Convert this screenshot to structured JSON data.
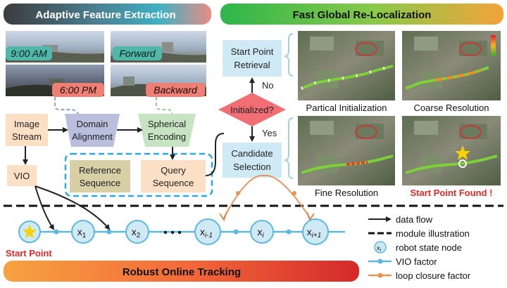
{
  "headers": {
    "left": "Adaptive Feature Extraction",
    "right": "Fast Global Re-Localization",
    "bottom": "Robust Online Tracking"
  },
  "photos": {
    "time_top": "9:00 AM",
    "time_bottom": "6:00 PM",
    "dir_top": "Forward",
    "dir_bottom": "Backward"
  },
  "nodes": {
    "image_stream": [
      "Image",
      "Stream"
    ],
    "vio": "VIO",
    "domain_alignment": [
      "Domain",
      "Alignment"
    ],
    "spherical_encoding": [
      "Spherical",
      "Encoding"
    ],
    "reference_sequence": [
      "Reference",
      "Sequence"
    ],
    "query_sequence": [
      "Query",
      "Sequence"
    ],
    "start_point_retrieval": [
      "Start Point",
      "Retrieval"
    ],
    "initialized": "Initialized?",
    "no": "No",
    "yes": "Yes",
    "candidate_selection": [
      "Candidate",
      "Selection"
    ]
  },
  "maps": {
    "captions": [
      "Partical Initialization",
      "Coarse Resolution",
      "Fine Resolution",
      "Start Point Found !"
    ]
  },
  "tracking": {
    "start_label": "Start Point",
    "states": [
      {
        "base": "x",
        "sub": "1"
      },
      {
        "base": "x",
        "sub": "2"
      },
      {
        "base": "x",
        "sub": "i-1"
      },
      {
        "base": "x",
        "sub": "i"
      },
      {
        "base": "x",
        "sub": "i+1"
      }
    ],
    "ellipsis": "• • •"
  },
  "legend": {
    "items": [
      "data flow",
      "module illustration",
      "robot state node",
      "VIO factor",
      "loop closure factor"
    ],
    "node_symbol": {
      "base": "x",
      "sub": "i"
    }
  },
  "colors": {
    "header_left": "#4a4a4a",
    "header_right": "#2db64a",
    "accent_blue": "#2aa8e0",
    "node_fill": "#cfe9f5",
    "vio_line": "#5cb8dd",
    "loop_line": "#e8935a",
    "decision": "#f06e74",
    "star": "#f5d200"
  }
}
